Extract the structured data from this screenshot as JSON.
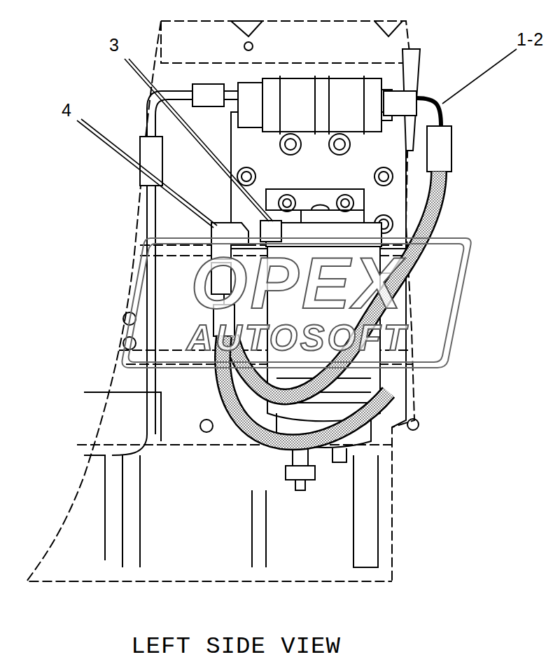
{
  "diagram": {
    "caption": "LEFT SIDE VIEW",
    "labels": [
      "3",
      "4",
      "1-2",
      "OPEX",
      "AUTOSOFT"
    ]
  }
}
